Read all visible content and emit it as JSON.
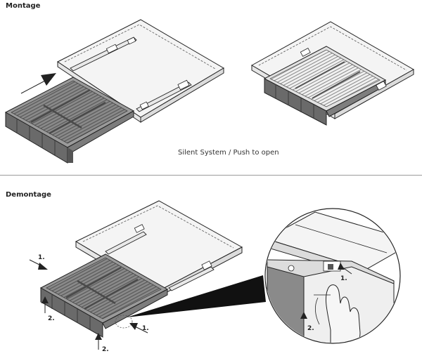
{
  "sections": {
    "montage": {
      "title": "Montage",
      "caption": "Silent System / Push to open"
    },
    "demontage": {
      "title": "Demontage"
    }
  },
  "steps": {
    "one": "1.",
    "two": "2."
  },
  "colors": {
    "line": "#222222",
    "board": "#f3f3f3",
    "tray_dark": "#6e6e6e",
    "tray_mid": "#8c8c8c",
    "tray_light": "#a9a9a9",
    "zoom_cone": "#111111"
  }
}
